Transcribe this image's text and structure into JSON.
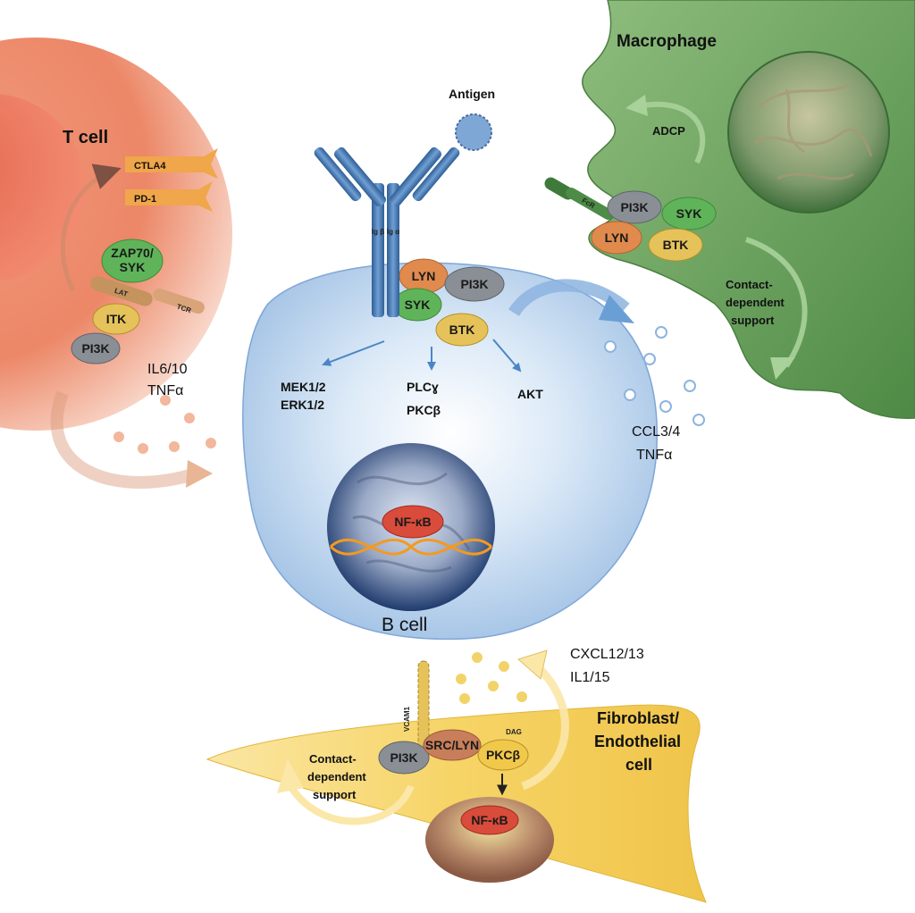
{
  "t_cell": {
    "title": "T cell",
    "receptors": [
      "CTLA4",
      "PD-1"
    ],
    "kinase_labels": [
      "ZAP70/",
      "SYK"
    ],
    "lat": "LAT",
    "tcr": "TCR",
    "itk": "ITK",
    "pi3k": "PI3K",
    "cytokines": [
      "IL6/10",
      "TNFα"
    ]
  },
  "b_cell": {
    "title": "B cell",
    "antigen": "Antigen",
    "ig_alpha": "Ig α",
    "ig_beta": "Ig β",
    "kinases": {
      "lyn": "LYN",
      "pi3k": "PI3K",
      "syk": "SYK",
      "btk": "BTK"
    },
    "pathways": {
      "left": [
        "MEK1/2",
        "ERK1/2"
      ],
      "middle": [
        "PLCɣ",
        "PKCβ"
      ],
      "right": "AKT"
    },
    "nucleus_factor": "NF-κB",
    "cytokines": [
      "CCL3/4",
      "TNFα"
    ]
  },
  "macrophage": {
    "title": "Macrophage",
    "adcp": "ADCP",
    "fcr": "FcR",
    "kinases": {
      "pi3k": "PI3K",
      "syk": "SYK",
      "lyn": "LYN",
      "btk": "BTK"
    },
    "support": [
      "Contact-",
      "dependent",
      "support"
    ]
  },
  "fibroblast": {
    "title": [
      "Fibroblast/",
      "Endothelial",
      "cell"
    ],
    "vcam": "VCAM1",
    "dag": "DAG",
    "src_lyn": "SRC/LYN",
    "pkcb": "PKCβ",
    "pi3k": "PI3K",
    "nucleus_factor": "NF-κB",
    "support": [
      "Contact-",
      "dependent",
      "support"
    ],
    "cytokines": [
      "CXCL12/13",
      "IL1/15"
    ]
  },
  "colors": {
    "t_cell": "#e8785a",
    "b_cell": "#b9d3ee",
    "macrophage": "#5e9a52",
    "fibroblast": "#f2c94c",
    "blue_arrow": "#4a86c5",
    "orange_text": "#e07a3c",
    "gold_text": "#c89a2a",
    "blue_text": "#4a86c5"
  }
}
